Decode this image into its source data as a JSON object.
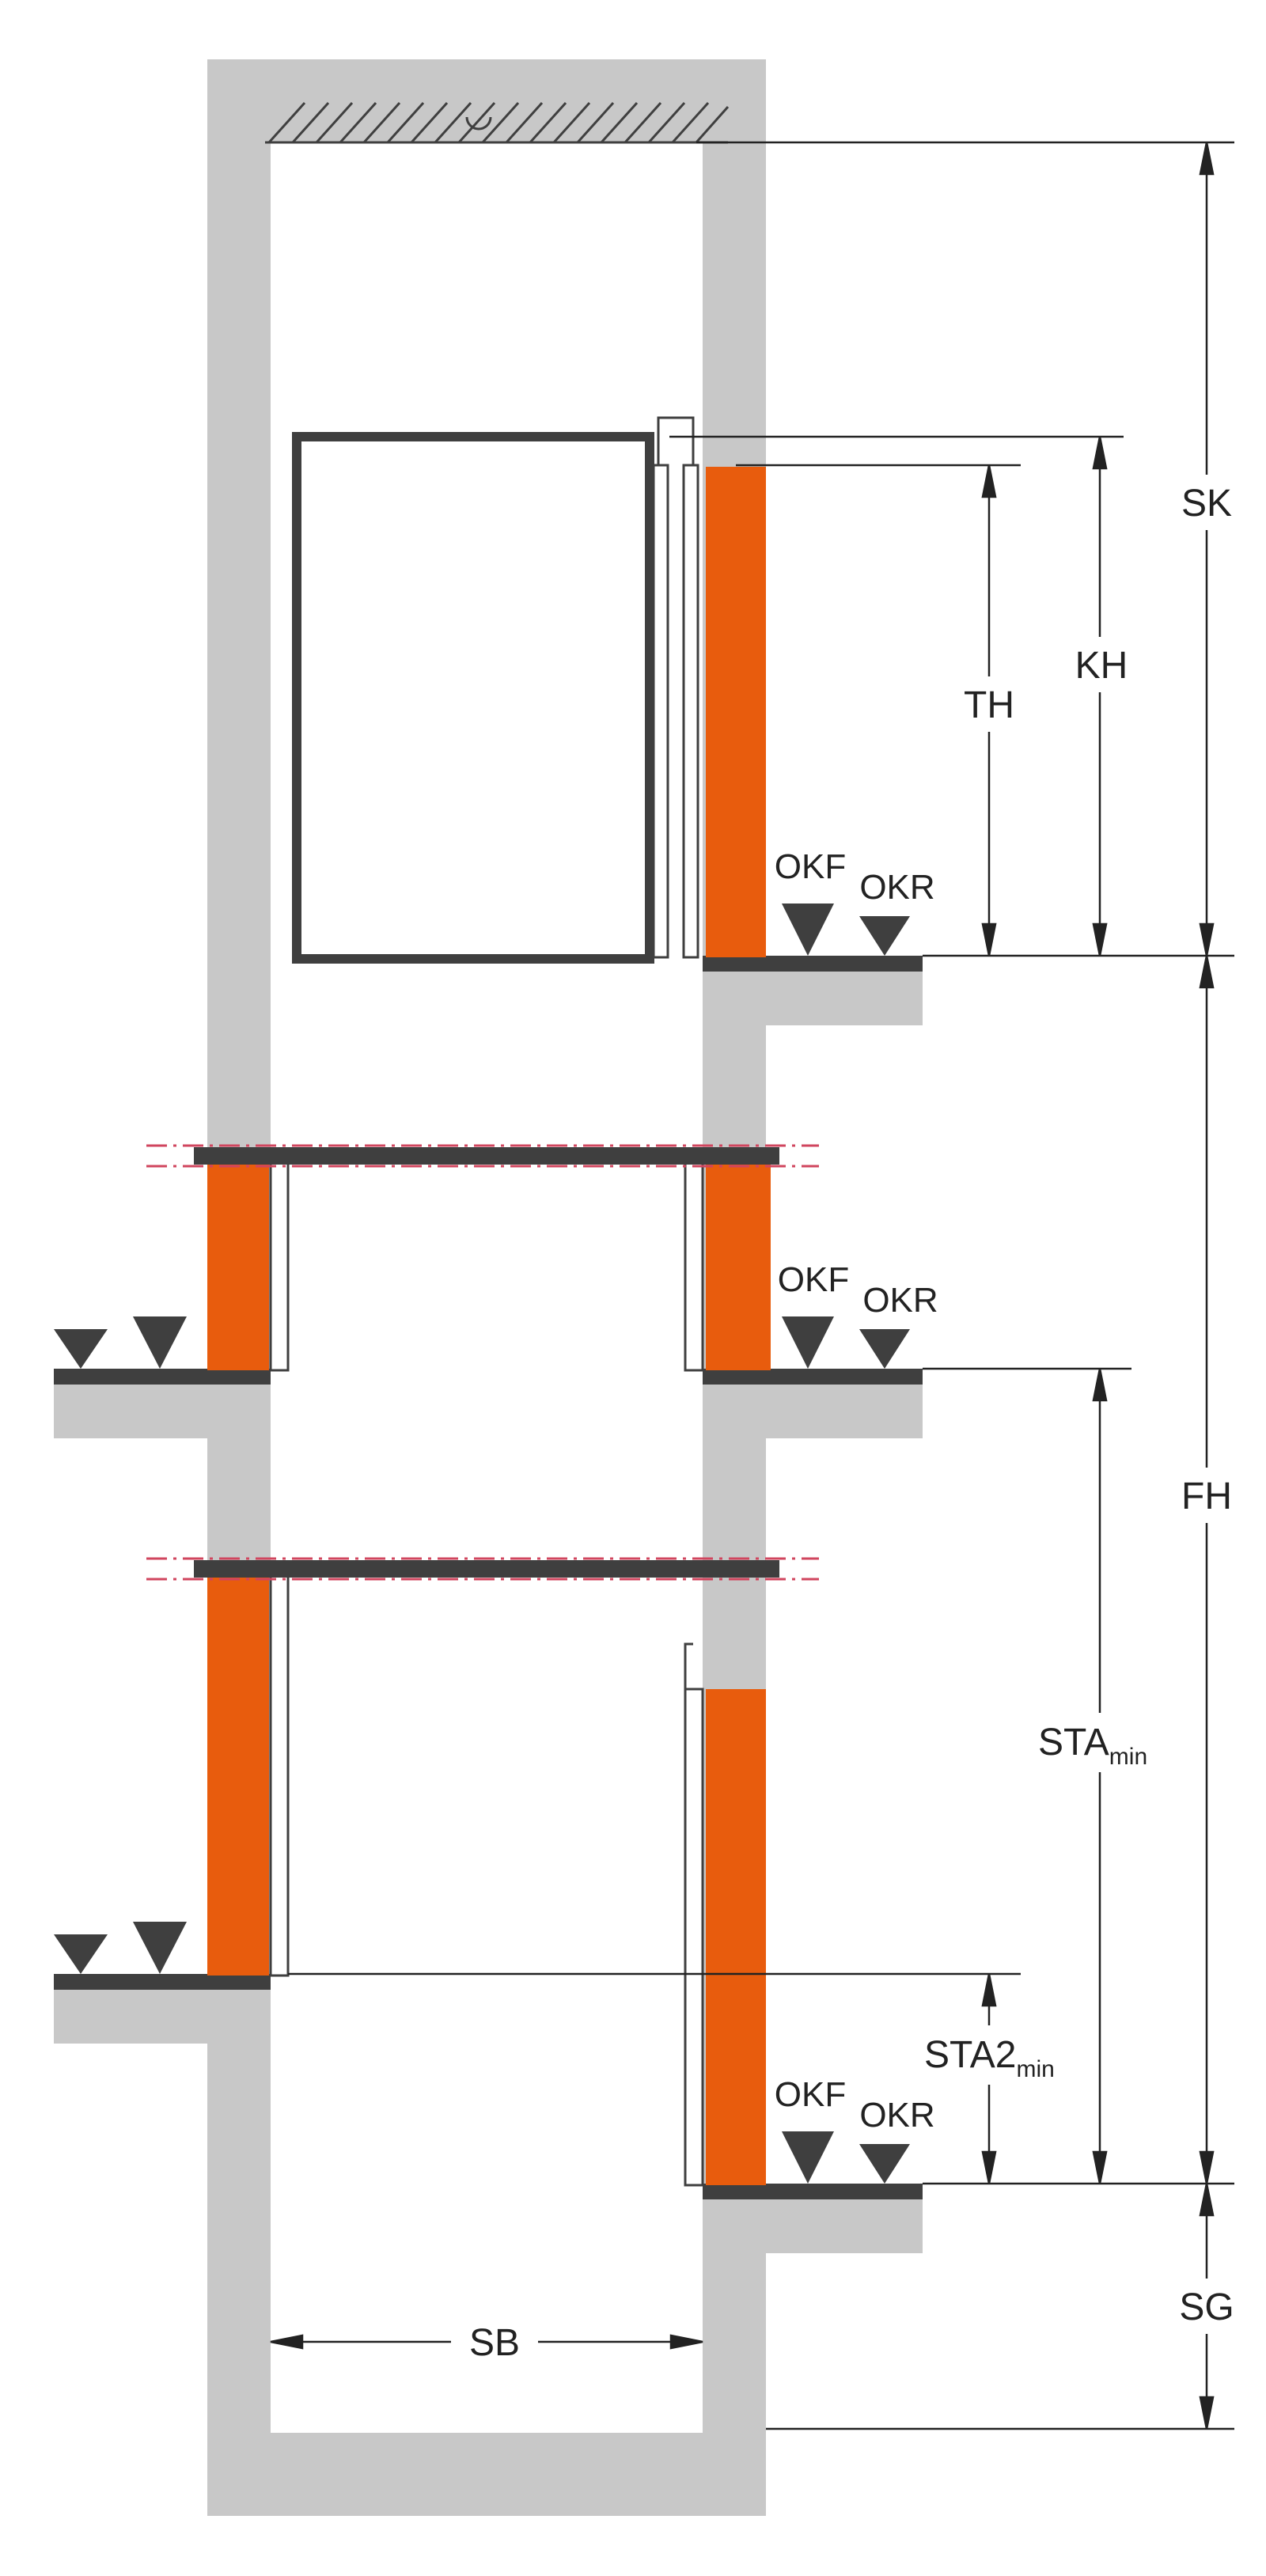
{
  "colors": {
    "wall": "#c8c8c8",
    "dark": "#3f3f3f",
    "door": "#e85c0d",
    "line": "#222222",
    "dashdot": "#d0455e"
  },
  "labels": {
    "sk": "SK",
    "kh": "KH",
    "th": "TH",
    "fh": "FH",
    "sg": "SG",
    "sb": "SB",
    "sta": "STA",
    "sta_sub": "min",
    "sta2": "STA2",
    "sta2_sub": "min"
  },
  "levels": [
    {
      "okf": "OKF",
      "okr": "OKR"
    },
    {
      "okf": "OKF",
      "okr": "OKR"
    },
    {
      "okf": "OKF",
      "okr": "OKR"
    }
  ]
}
